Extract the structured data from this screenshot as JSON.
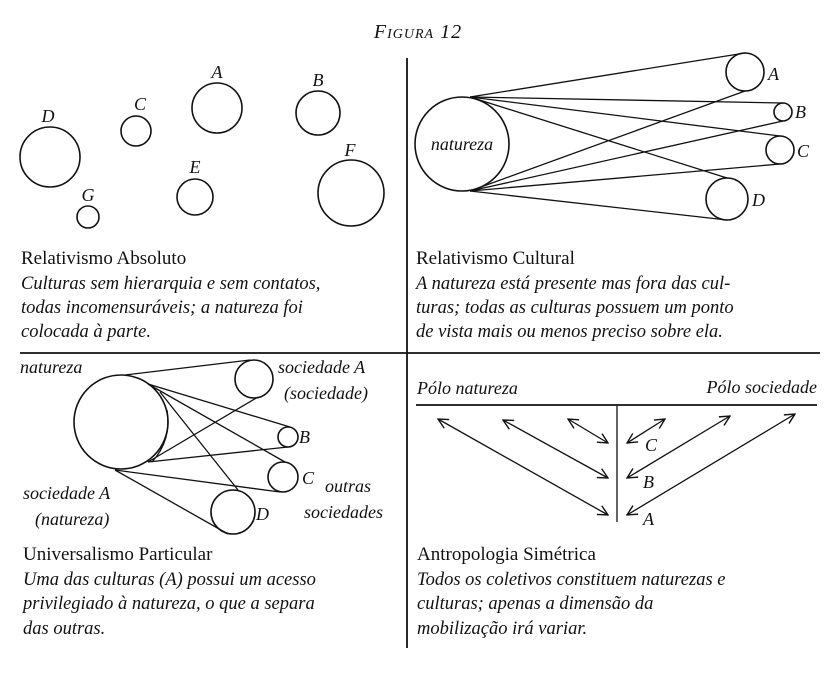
{
  "figure_title": "Figura 12",
  "q1": {
    "labels": {
      "A": "A",
      "B": "B",
      "C": "C",
      "D": "D",
      "E": "E",
      "F": "F",
      "G": "G"
    },
    "heading": "Relativismo Absoluto",
    "lines": [
      "Culturas sem hierarquia e sem contatos,",
      "todas incomensuráveis; a natureza foi",
      "colocada à parte."
    ]
  },
  "q2": {
    "center_label": "natureza",
    "labels": {
      "A": "A",
      "B": "B",
      "C": "C",
      "D": "D"
    },
    "heading": "Relativismo Cultural",
    "lines": [
      "A natureza está presente mas fora das cul-",
      "turas; todas as culturas possuem um ponto",
      "de vista mais ou menos preciso sobre ela."
    ]
  },
  "q3": {
    "natureza": "natureza",
    "sociedade_a_top": "sociedade A",
    "sociedade_paren": "(sociedade)",
    "sociedade_a_bottom": "sociedade A",
    "natureza_paren": "(natureza)",
    "outras": "outras",
    "sociedades": "sociedades",
    "labels": {
      "B": "B",
      "C": "C",
      "D": "D"
    },
    "heading": "Universalismo Particular",
    "lines": [
      "Uma das culturas (A) possui um acesso",
      "privilegiado à natureza, o que a separa",
      "das outras."
    ]
  },
  "q4": {
    "pole_nature": "Pólo natureza",
    "pole_society": "Pólo sociedade",
    "labels": {
      "A": "A",
      "B": "B",
      "C": "C"
    },
    "heading": "Antropologia Simétrica",
    "lines": [
      "Todos os coletivos constituem naturezas e",
      "culturas; apenas a dimensão da",
      "mobilização irá variar."
    ]
  }
}
